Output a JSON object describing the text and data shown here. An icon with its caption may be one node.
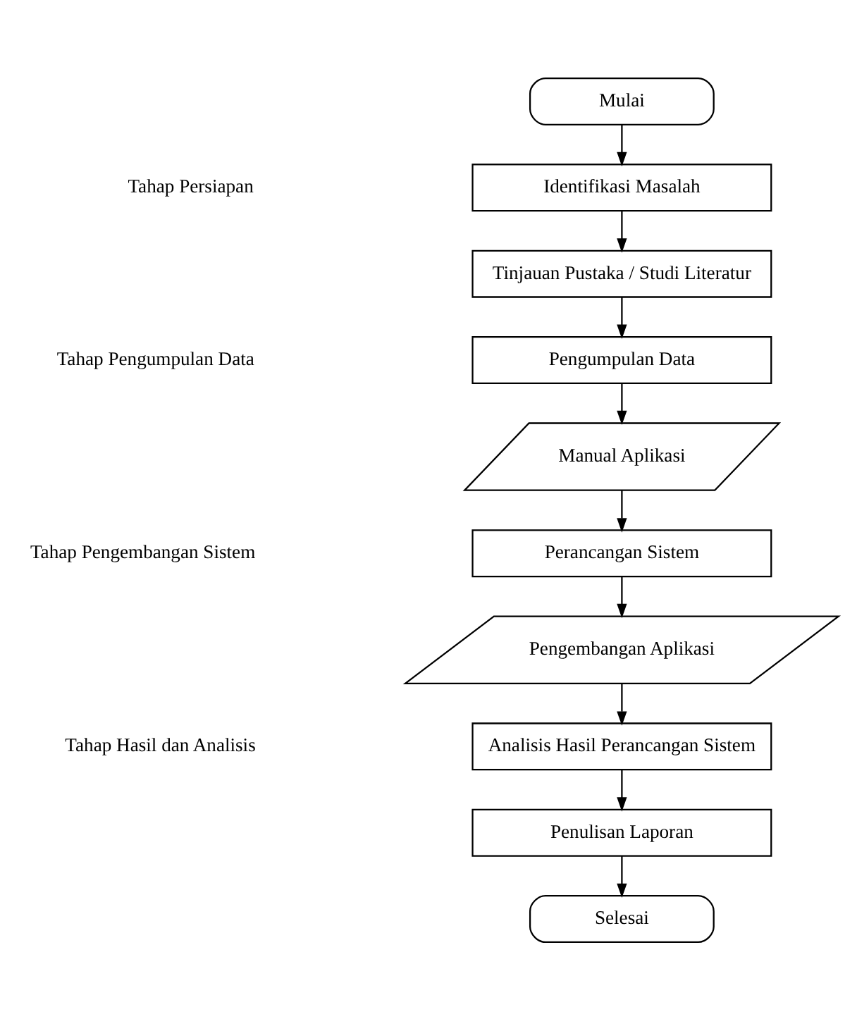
{
  "diagram": {
    "nodes": [
      {
        "text": [
          "Mulai"
        ]
      },
      {
        "text": [
          "Identifikasi Masalah"
        ]
      },
      {
        "text": [
          "Tinjauan Pustaka / Studi Literatur"
        ]
      },
      {
        "text": [
          "Pengumpulan Data"
        ]
      },
      {
        "text": [
          "Manual Aplikasi"
        ]
      },
      {
        "text": [
          "Perancangan Sistem"
        ]
      },
      {
        "text": [
          "Pengembangan Aplikasi"
        ]
      },
      {
        "text": [
          "Analisis Hasil Perancangan Sistem"
        ]
      },
      {
        "text": [
          "Penulisan Laporan"
        ]
      },
      {
        "text": [
          "Selesai"
        ]
      }
    ],
    "edges": [
      {
        "from": 0,
        "to": 1,
        "arrow": "to"
      },
      {
        "from": 1,
        "to": 2,
        "arrow": "to"
      },
      {
        "from": 2,
        "to": 3,
        "arrow": "to"
      },
      {
        "from": 3,
        "to": 4,
        "arrow": "to"
      },
      {
        "from": 4,
        "to": 5,
        "arrow": "to"
      },
      {
        "from": 5,
        "to": 6,
        "arrow": "to"
      },
      {
        "from": 6,
        "to": 7,
        "arrow": "to"
      },
      {
        "from": 7,
        "to": 8,
        "arrow": "to"
      },
      {
        "from": 8,
        "to": 9,
        "arrow": "to"
      }
    ],
    "labels": [
      "Tahap Persiapan",
      "Tahap Pengumpulan Data",
      "Tahap Pengembangan Sistem",
      "Tahap Hasil dan Analisis"
    ]
  }
}
